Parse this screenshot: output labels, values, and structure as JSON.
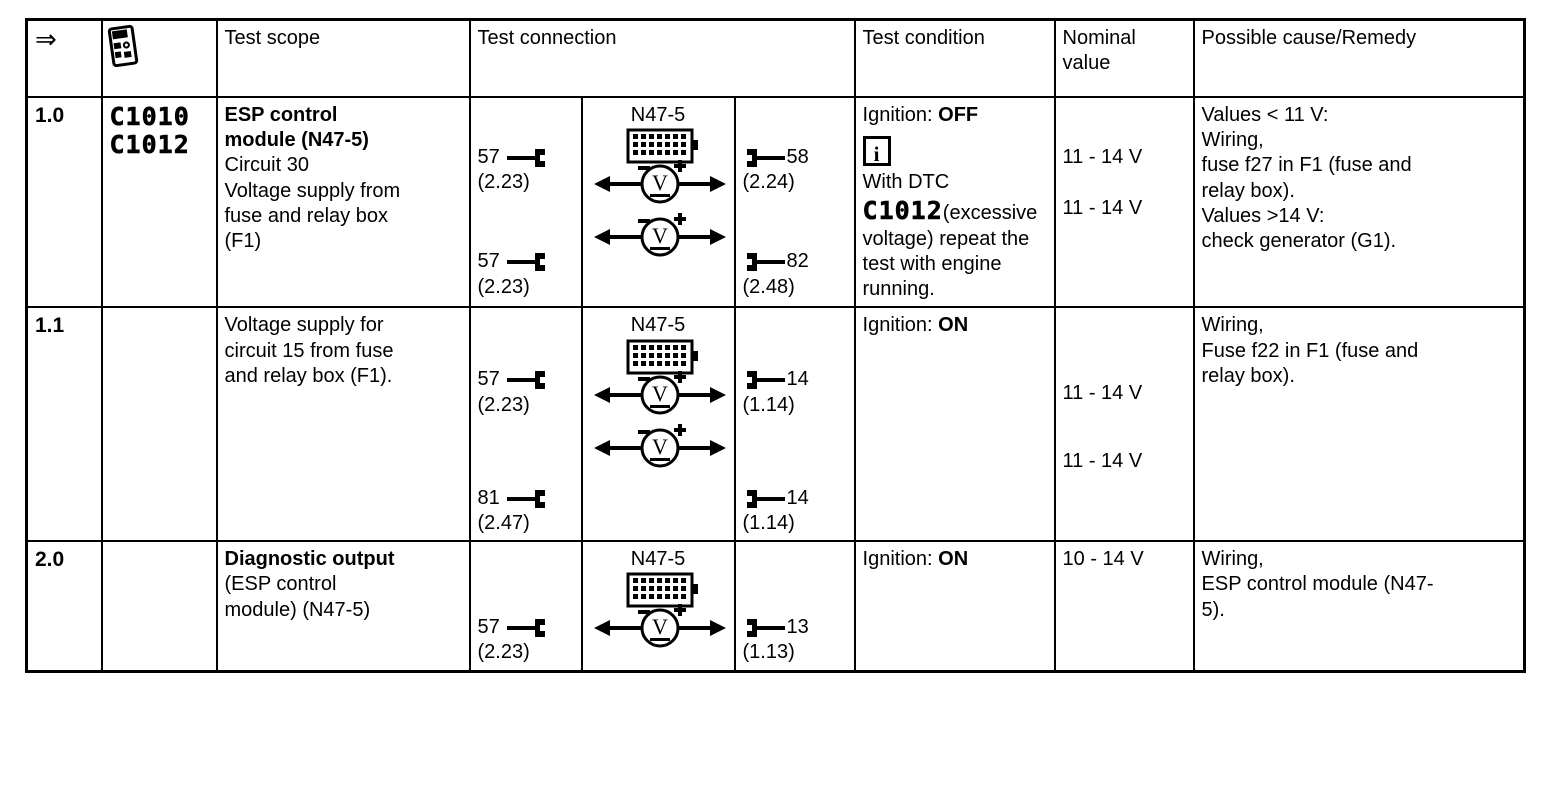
{
  "document": {
    "type": "diagnostic-test-table",
    "title": "ESP control module test table"
  },
  "header": {
    "step_icon": "double-arrow-icon",
    "step_icon_glyph": "⇒",
    "dtc_icon": "handheld-scanner-icon",
    "columns": [
      "",
      "",
      "Test scope",
      "Test connection",
      "Test condition",
      "Nominal value",
      "Possible cause/Remedy"
    ],
    "col_test_scope": "Test scope",
    "col_test_connection": "Test connection",
    "col_test_condition": "Test condition",
    "col_nominal_value": "Nominal value",
    "col_possible_cause": "Possible cause/Remedy"
  },
  "rows": [
    {
      "step": "1.0",
      "dtc_codes": [
        "C1010",
        "C1012"
      ],
      "scope": {
        "bold_lines": [
          "ESP control",
          "module (N47-5)"
        ],
        "plain_lines": [
          "Circuit 30",
          "Voltage supply from",
          "fuse and relay box",
          "(F1)"
        ]
      },
      "connection": {
        "device_label": "N47-5",
        "meters": 2,
        "left_terminals": [
          {
            "pin": "57",
            "ref": "(2.23)"
          },
          {
            "pin": "57",
            "ref": "(2.23)"
          }
        ],
        "right_terminals": [
          {
            "pin": "58",
            "ref": "(2.24)"
          },
          {
            "pin": "82",
            "ref": "(2.48)"
          }
        ]
      },
      "condition": {
        "ignition_label": "Ignition:",
        "ignition_state": "OFF",
        "note_icon": "info-icon",
        "note_prefix": "With DTC",
        "note_dtc": "C1012",
        "note_suffix": "(excessive voltage) repeat the test with engine running."
      },
      "nominal_values": [
        "11 - 14 V",
        "11 - 14 V"
      ],
      "remedy_lines": [
        "Values < 11 V:",
        "Wiring,",
        "fuse f27 in F1 (fuse and",
        "relay box).",
        "Values >14 V:",
        "check generator (G1)."
      ]
    },
    {
      "step": "1.1",
      "dtc_codes": [],
      "scope": {
        "bold_lines": [],
        "plain_lines": [
          "Voltage supply for",
          "circuit 15 from fuse",
          "and relay box (F1)."
        ]
      },
      "connection": {
        "device_label": "N47-5",
        "meters": 2,
        "left_terminals": [
          {
            "pin": "57",
            "ref": "(2.23)"
          },
          {
            "pin": "81",
            "ref": "(2.47)"
          }
        ],
        "right_terminals": [
          {
            "pin": "14",
            "ref": "(1.14)"
          },
          {
            "pin": "14",
            "ref": "(1.14)"
          }
        ]
      },
      "condition": {
        "ignition_label": "Ignition:",
        "ignition_state": "ON",
        "note_icon": "",
        "note_prefix": "",
        "note_dtc": "",
        "note_suffix": ""
      },
      "nominal_values": [
        "11 - 14 V",
        "11 - 14 V"
      ],
      "remedy_lines": [
        "Wiring,",
        "Fuse f22 in F1 (fuse and",
        "relay box)."
      ]
    },
    {
      "step": "2.0",
      "dtc_codes": [],
      "scope": {
        "bold_lines": [
          "Diagnostic output"
        ],
        "plain_lines": [
          "(ESP control",
          "module) (N47-5)"
        ]
      },
      "connection": {
        "device_label": "N47-5",
        "meters": 1,
        "left_terminals": [
          {
            "pin": "57",
            "ref": "(2.23)"
          }
        ],
        "right_terminals": [
          {
            "pin": "13",
            "ref": "(1.13)"
          }
        ]
      },
      "condition": {
        "ignition_label": "Ignition:",
        "ignition_state": "ON",
        "note_icon": "",
        "note_prefix": "",
        "note_dtc": "",
        "note_suffix": ""
      },
      "nominal_values": [
        "10 - 14 V"
      ],
      "remedy_lines": [
        "Wiring,",
        "ESP control module (N47-",
        "5)."
      ]
    }
  ],
  "symbols": {
    "voltmeter_letter": "V",
    "minus": "−",
    "plus": "+",
    "info_letter": "i"
  },
  "colors": {
    "ink": "#000000",
    "paper": "#ffffff"
  }
}
